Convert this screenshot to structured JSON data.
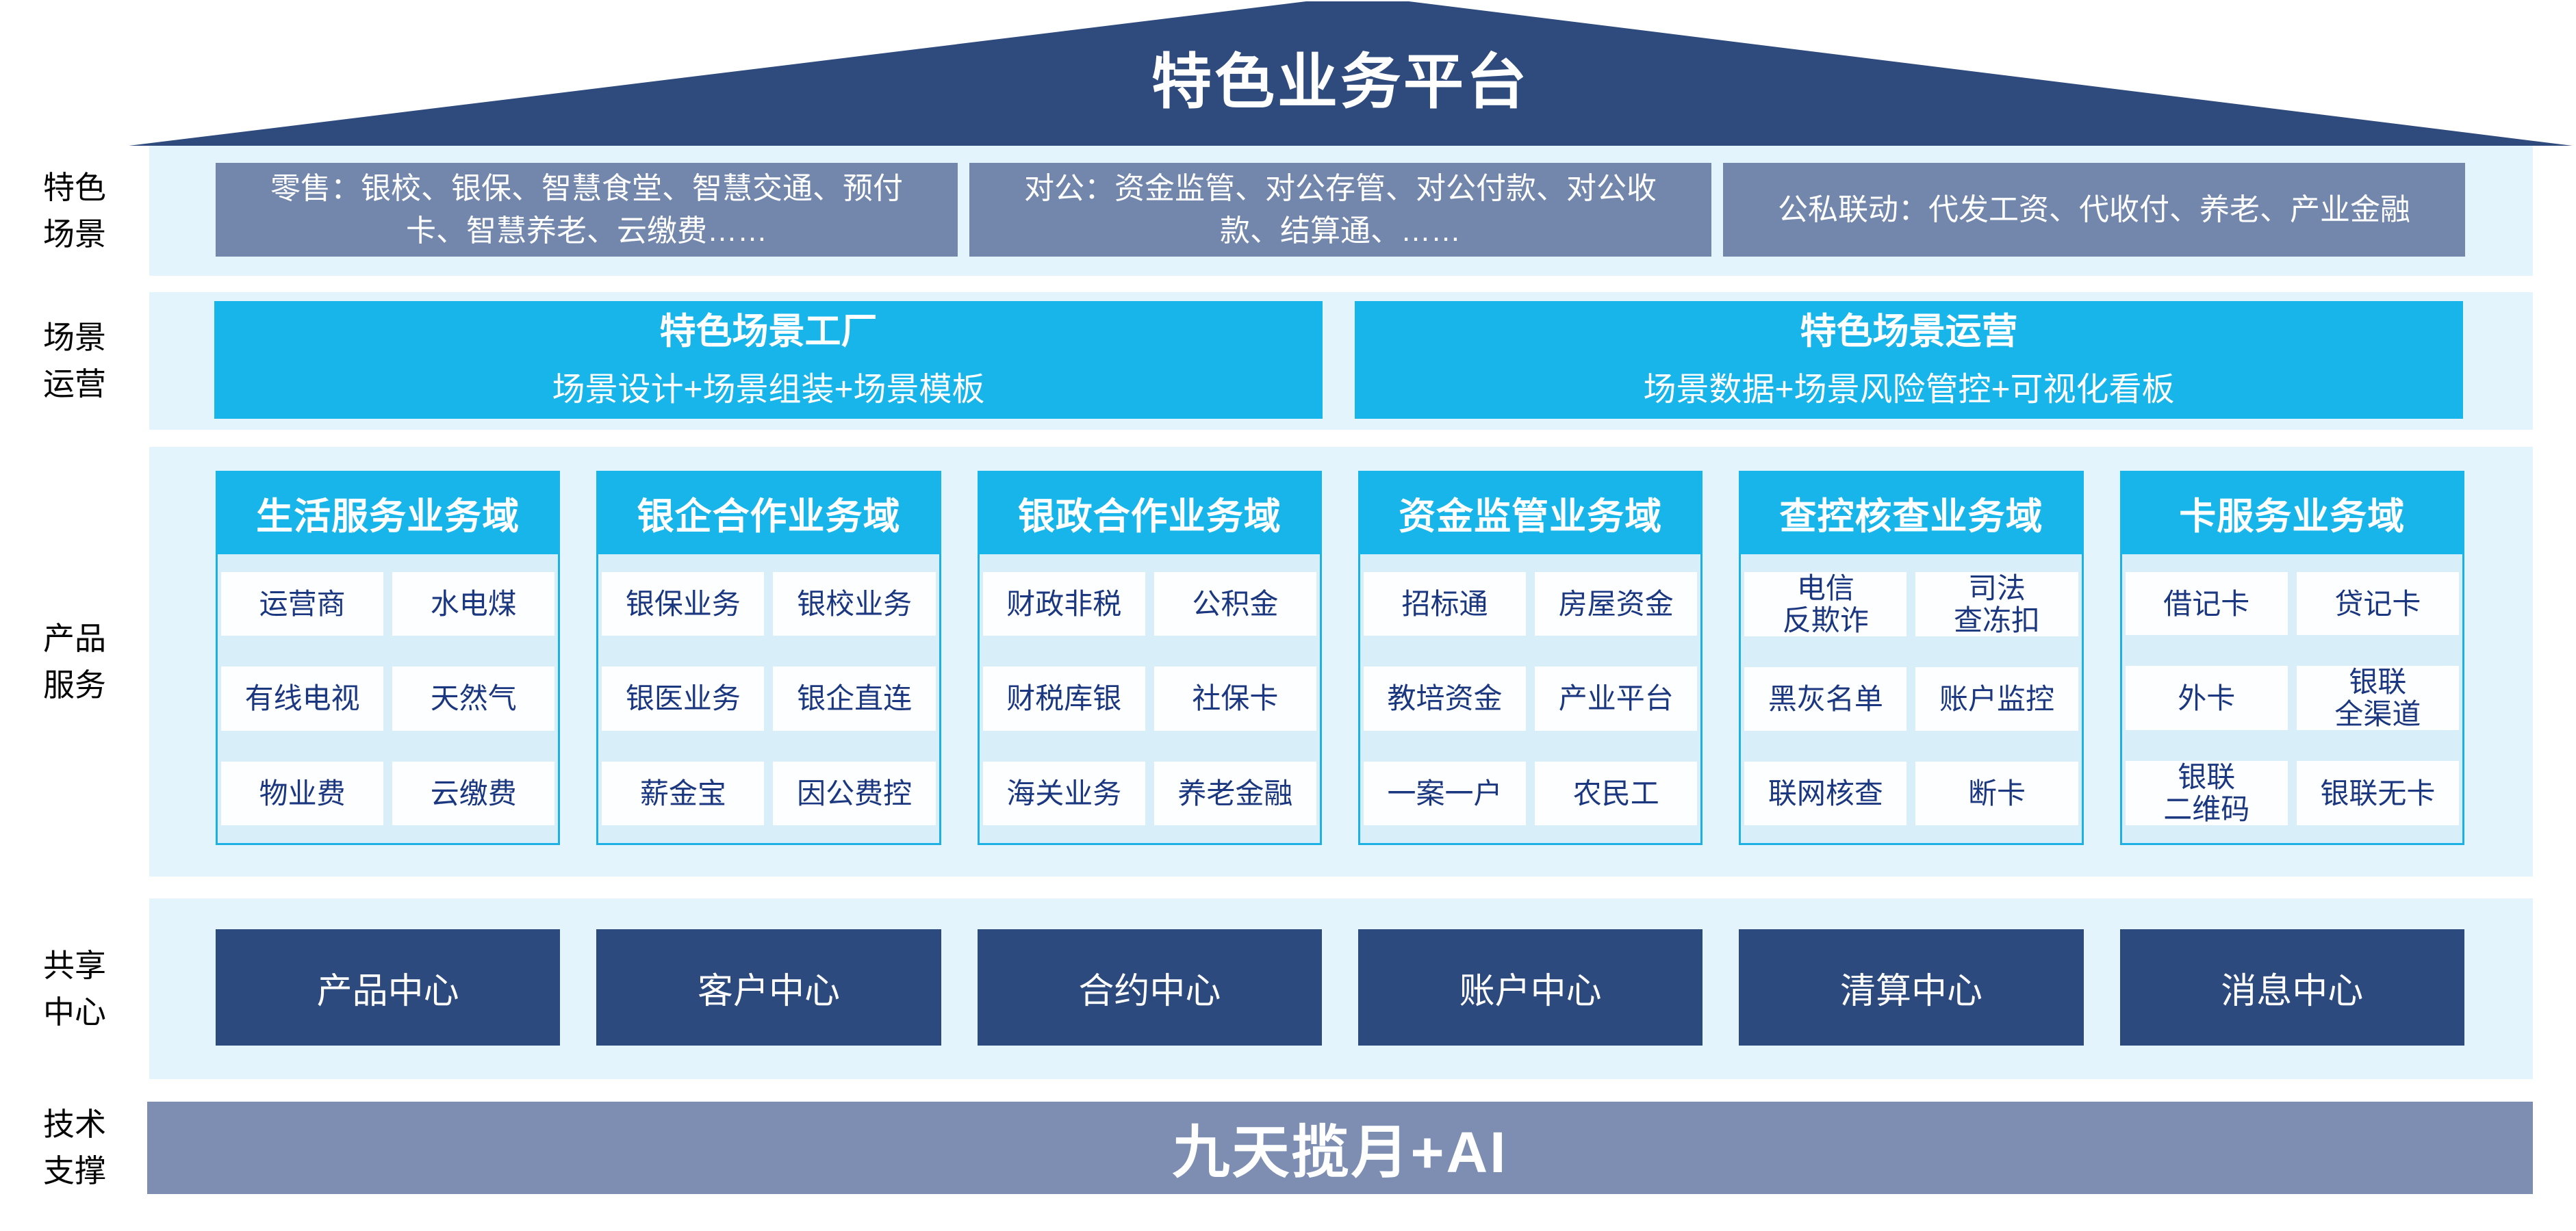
{
  "roof": {
    "title": "特色业务平台"
  },
  "side_labels": {
    "scenario": "特色\n场景",
    "operation": "场景\n运营",
    "product": "产品\n服务",
    "share": "共享\n中心",
    "tech": "技术\n支撑"
  },
  "scenario_row": {
    "boxes": [
      {
        "line1": "零售：银校、银保、智慧食堂、智慧交通、预付",
        "line2": "卡、智慧养老、云缴费……"
      },
      {
        "line1": "对公：资金监管、对公存管、对公付款、对公收",
        "line2": "款、结算通、……"
      },
      {
        "line1": "公私联动：代发工资、代收付、养老、产业金融",
        "line2": ""
      }
    ]
  },
  "operation_row": {
    "boxes": [
      {
        "title": "特色场景工厂",
        "subtitle": "场景设计+场景组装+场景模板"
      },
      {
        "title": "特色场景运营",
        "subtitle": "场景数据+场景风险管控+可视化看板"
      }
    ]
  },
  "product_row": {
    "domains": [
      {
        "title": "生活服务业务域",
        "items": [
          "运营商",
          "水电煤",
          "有线电视",
          "天然气",
          "物业费",
          "云缴费"
        ]
      },
      {
        "title": "银企合作业务域",
        "items": [
          "银保业务",
          "银校业务",
          "银医业务",
          "银企直连",
          "薪金宝",
          "因公费控"
        ]
      },
      {
        "title": "银政合作业务域",
        "items": [
          "财政非税",
          "公积金",
          "财税库银",
          "社保卡",
          "海关业务",
          "养老金融"
        ]
      },
      {
        "title": "资金监管业务域",
        "items": [
          "招标通",
          "房屋资金",
          "教培资金",
          "产业平台",
          "一案一户",
          "农民工"
        ]
      },
      {
        "title": "查控核查业务域",
        "items": [
          "电信\n反欺诈",
          "司法\n查冻扣",
          "黑灰名单",
          "账户监控",
          "联网核查",
          "断卡"
        ]
      },
      {
        "title": "卡服务业务域",
        "items": [
          "借记卡",
          "贷记卡",
          "外卡",
          "银联\n全渠道",
          "银联\n二维码",
          "银联无卡"
        ]
      }
    ]
  },
  "share_row": {
    "centers": [
      "产品中心",
      "客户中心",
      "合约中心",
      "账户中心",
      "清算中心",
      "消息中心"
    ]
  },
  "tech_row": {
    "label": "九天揽月+AI"
  },
  "colors": {
    "roof_navy": "#2F4B7E",
    "scenario_slate": "#7287AB",
    "band_light_blue": "#E4F4FC",
    "cyan": "#17B5EA",
    "panel_fill": "#D8EFFA",
    "panel_border": "#1CB0E5",
    "cell_white": "#FDFEFF",
    "item_text_navy": "#1B377F",
    "center_navy": "#2C4A7D",
    "tech_slate": "#7D8EB2"
  }
}
